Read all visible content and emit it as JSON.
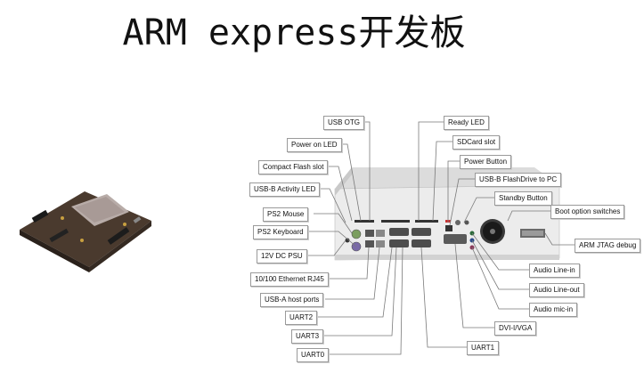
{
  "title": "ARM express开发板",
  "board_label": "",
  "callouts": {
    "usb_otg": "USB OTG",
    "ready_led": "Ready LED",
    "power_on_led": "Power on LED",
    "sdcard_slot": "SDCard slot",
    "compact_flash_slot": "Compact Flash slot",
    "power_button": "Power Button",
    "usbb_activity_led": "USB-B Activity LED",
    "usbb_flashdrive": "USB-B FlashDrive to PC",
    "standby_button": "Standby Button",
    "ps2_mouse": "PS2 Mouse",
    "boot_option_switches": "Boot option switches",
    "ps2_keyboard": "PS2 Keyboard",
    "arm_jtag_debug": "ARM JTAG debug",
    "dc_psu": "12V DC PSU",
    "audio_line_in": "Audio Line-in",
    "ethernet": "10/100 Ethernet RJ45",
    "audio_line_out": "Audio Line-out",
    "usba_host_ports": "USB-A host ports",
    "audio_mic_in": "Audio mic-in",
    "uart2": "UART2",
    "dvi_vga": "DVI-I/VGA",
    "uart3": "UART3",
    "uart1": "UART1",
    "uart0": "UART0"
  }
}
